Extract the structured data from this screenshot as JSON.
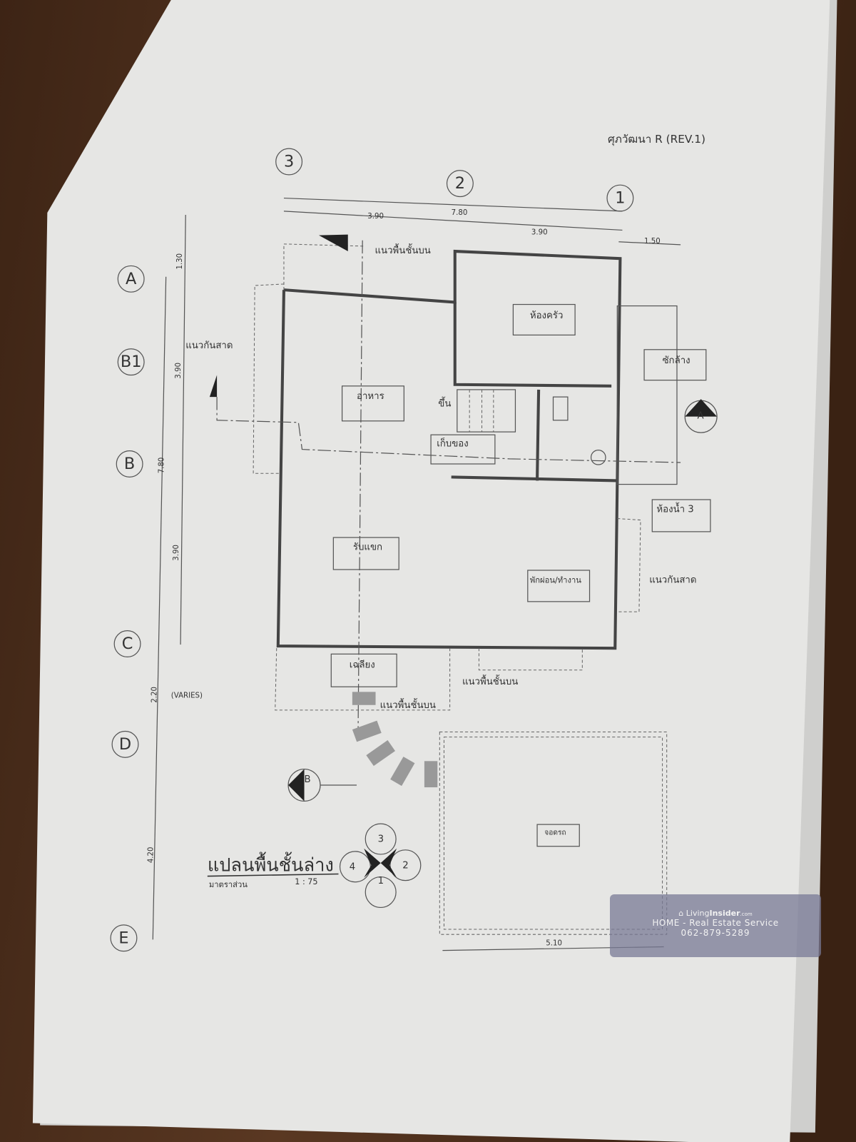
{
  "drawing": {
    "project_title": "ศุภวัฒนา R (REV.1)",
    "plan_title": "แปลนพื้นชั้นล่าง",
    "scale_label": "มาตราส่วน",
    "scale_value": "1 : 75",
    "grid_columns": [
      "3",
      "2",
      "1"
    ],
    "grid_rows": [
      "A",
      "B1",
      "B",
      "C",
      "D",
      "E"
    ],
    "dims_top": {
      "total": "7.80",
      "left": "3.90",
      "right": "3.90",
      "overhang": "1.50"
    },
    "dims_left": {
      "a": "1.30",
      "b1": "3.90",
      "total": "7.80",
      "b": "3.90",
      "cd": "2.20",
      "de": "4.20",
      "varies": "(VARIES)"
    },
    "dim_garage": "5.10",
    "rooms": {
      "kitchen": "ห้องครัว",
      "laundry": "ซักล้าง",
      "dining": "อาหาร",
      "stairs_up": "ขึ้น",
      "storage": "เก็บของ",
      "bathroom": "ห้องน้ำ 3",
      "living": "รับแขก",
      "rest_work": "พักผ่อน/ทำงาน",
      "terrace": "เฉลียง",
      "garage": "จอดรถ"
    },
    "notes": {
      "upper_floor_line_top": "แนวพื้นชั้นบน",
      "canopy_left": "แนวกันสาด",
      "canopy_right": "แนวกันสาด",
      "upper_floor_line_bottom1": "แนวพื้นชั้นบน",
      "upper_floor_line_bottom2": "แนวพื้นชั้นบน"
    },
    "section_markers": [
      "A",
      "B"
    ],
    "key_plan": [
      "3",
      "2",
      "4",
      "1"
    ]
  },
  "watermark": {
    "brand_a": "Living",
    "brand_b": "Insider",
    "brand_c": ".com",
    "line2": "HOME - Real Estate Service",
    "phone": "062-879-5289"
  },
  "colors": {
    "paper": "#e6e6e4",
    "wood": "#4a2c1a"
  }
}
